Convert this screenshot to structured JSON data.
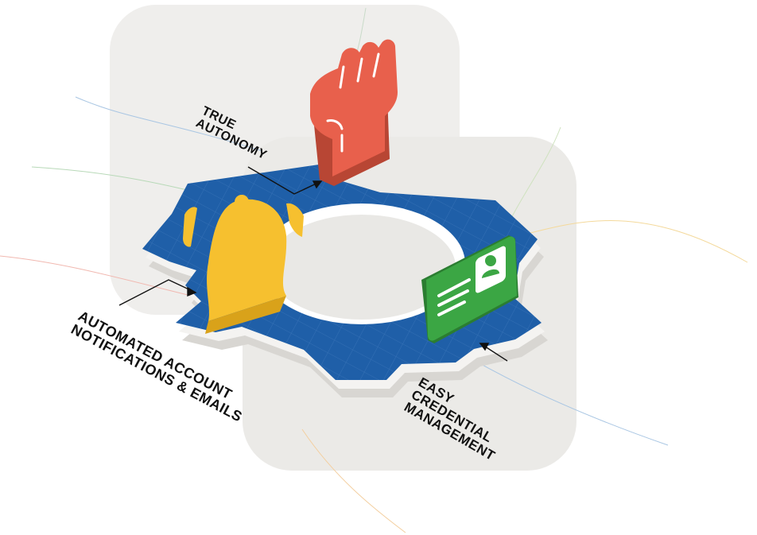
{
  "labels": {
    "autonomy": [
      "TRUE",
      "AUTONOMY"
    ],
    "notifications": [
      "AUTOMATED ACCOUNT",
      "NOTIFICATIONS & EMAILS"
    ],
    "credentials": [
      "EASY",
      "CREDENTIAL",
      "MANAGEMENT"
    ]
  },
  "icons": {
    "autonomy": "raised-fist-icon",
    "notifications": "bell-icon",
    "credentials": "id-card-icon"
  },
  "colors": {
    "gear": "#1f5fa8",
    "gear_edge": "#f2f1ef",
    "backdrop": "#efeeec",
    "fist": "#e8604c",
    "bell": "#f6c02f",
    "card": "#3ba644",
    "text": "#111111"
  }
}
